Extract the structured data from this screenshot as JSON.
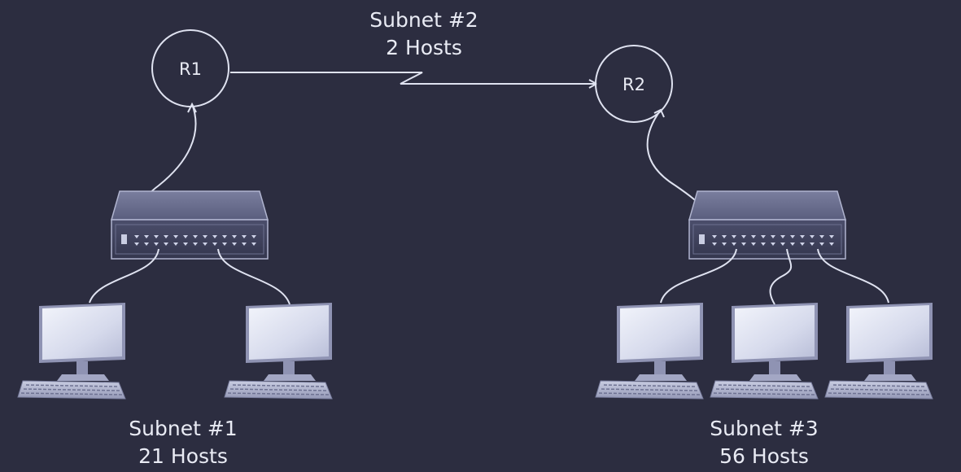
{
  "routers": [
    {
      "name": "R1"
    },
    {
      "name": "R2"
    }
  ],
  "subnets": [
    {
      "title": "Subnet #1",
      "hosts": "21 Hosts"
    },
    {
      "title": "Subnet #2",
      "hosts": "2 Hosts"
    },
    {
      "title": "Subnet #3",
      "hosts": "56 Hosts"
    }
  ],
  "colors": {
    "background": "#2c2d40",
    "link": "#dfe2f0",
    "device_body": "#8f93b3",
    "device_dark": "#3a3c55",
    "screen": "#dde1f1"
  },
  "icons": [
    "router-icon",
    "switch-icon",
    "computer-icon",
    "keyboard-icon"
  ]
}
